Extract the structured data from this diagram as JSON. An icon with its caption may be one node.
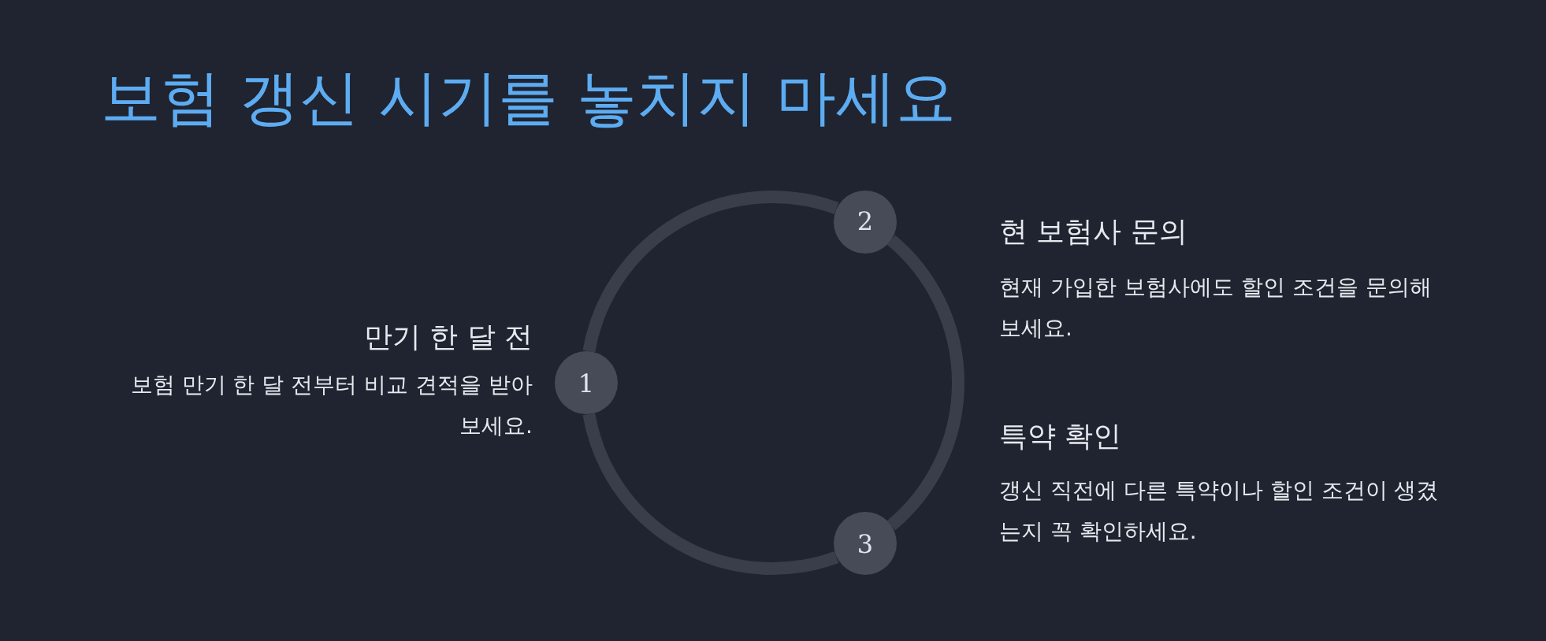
{
  "diagram": {
    "title": "보험 갱신 시기를 놓치지 마세요",
    "nodes": [
      {
        "text": [
          "1"
        ],
        "beside": [
          "만기 한 달 전",
          "보험 만기 한 달 전부터 비교 견적을 받아보세요."
        ]
      },
      {
        "text": [
          "2"
        ],
        "beside": [
          "현 보험사 문의",
          "현재 가입한 보험사에도 할인 조건을 문의해보세요."
        ]
      },
      {
        "text": [
          "3"
        ],
        "beside": [
          "특약 확인",
          "갱신 직전에 다른 특약이나 할인 조건이 생겼는지 꼭 확인하세요."
        ]
      }
    ],
    "edges": [
      {
        "from": 0,
        "to": 1,
        "arrow": "none"
      },
      {
        "from": 1,
        "to": 2,
        "arrow": "none"
      },
      {
        "from": 2,
        "to": 0,
        "arrow": "none"
      }
    ]
  }
}
